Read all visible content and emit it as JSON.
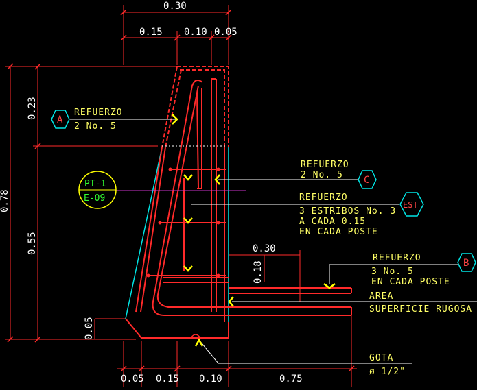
{
  "dimensions": {
    "top_total": "0.30",
    "top_a": "0.15",
    "top_b": "0.10",
    "top_c": "0.05",
    "left_total": "0.78",
    "left_upper": "0.23",
    "left_lower": "0.55",
    "left_base": "0.05",
    "right_ext": "0.30",
    "right_vert": "0.18",
    "bottom_a": "0.05",
    "bottom_b": "0.15",
    "bottom_c": "0.10",
    "bottom_d": "0.75"
  },
  "tags": {
    "a": "A",
    "b": "B",
    "c": "C",
    "est": "EST"
  },
  "detail_ref": {
    "top": "PT-1",
    "bottom": "E-09"
  },
  "notes": {
    "a_line1": "REFUERZO",
    "a_line2": "2 No. 5",
    "c_line1": "REFUERZO",
    "c_line2": "2 No. 5",
    "est_line1": "REFUERZO",
    "est_line2": "3 ESTRIBOS No. 3",
    "est_line3": "A CADA 0.15",
    "est_line4": "EN CADA POSTE",
    "b_line1": "REFUERZO",
    "b_line2": "3 No. 5",
    "b_line3": "EN CADA POSTE",
    "area_line1": "AREA",
    "area_line2": "SUPERFICIE RUGOSA",
    "gota_line1": "GOTA",
    "gota_line2": "ø 1/2\""
  },
  "colors": {
    "background": "#000000",
    "dimension": "#ffffff",
    "rebar": "#ff2a2a",
    "concrete": "#00e5e5",
    "annotation": "#ffff66",
    "leader": "#ffff00",
    "detail": "#33ff33",
    "center_line": "#cc33cc"
  }
}
